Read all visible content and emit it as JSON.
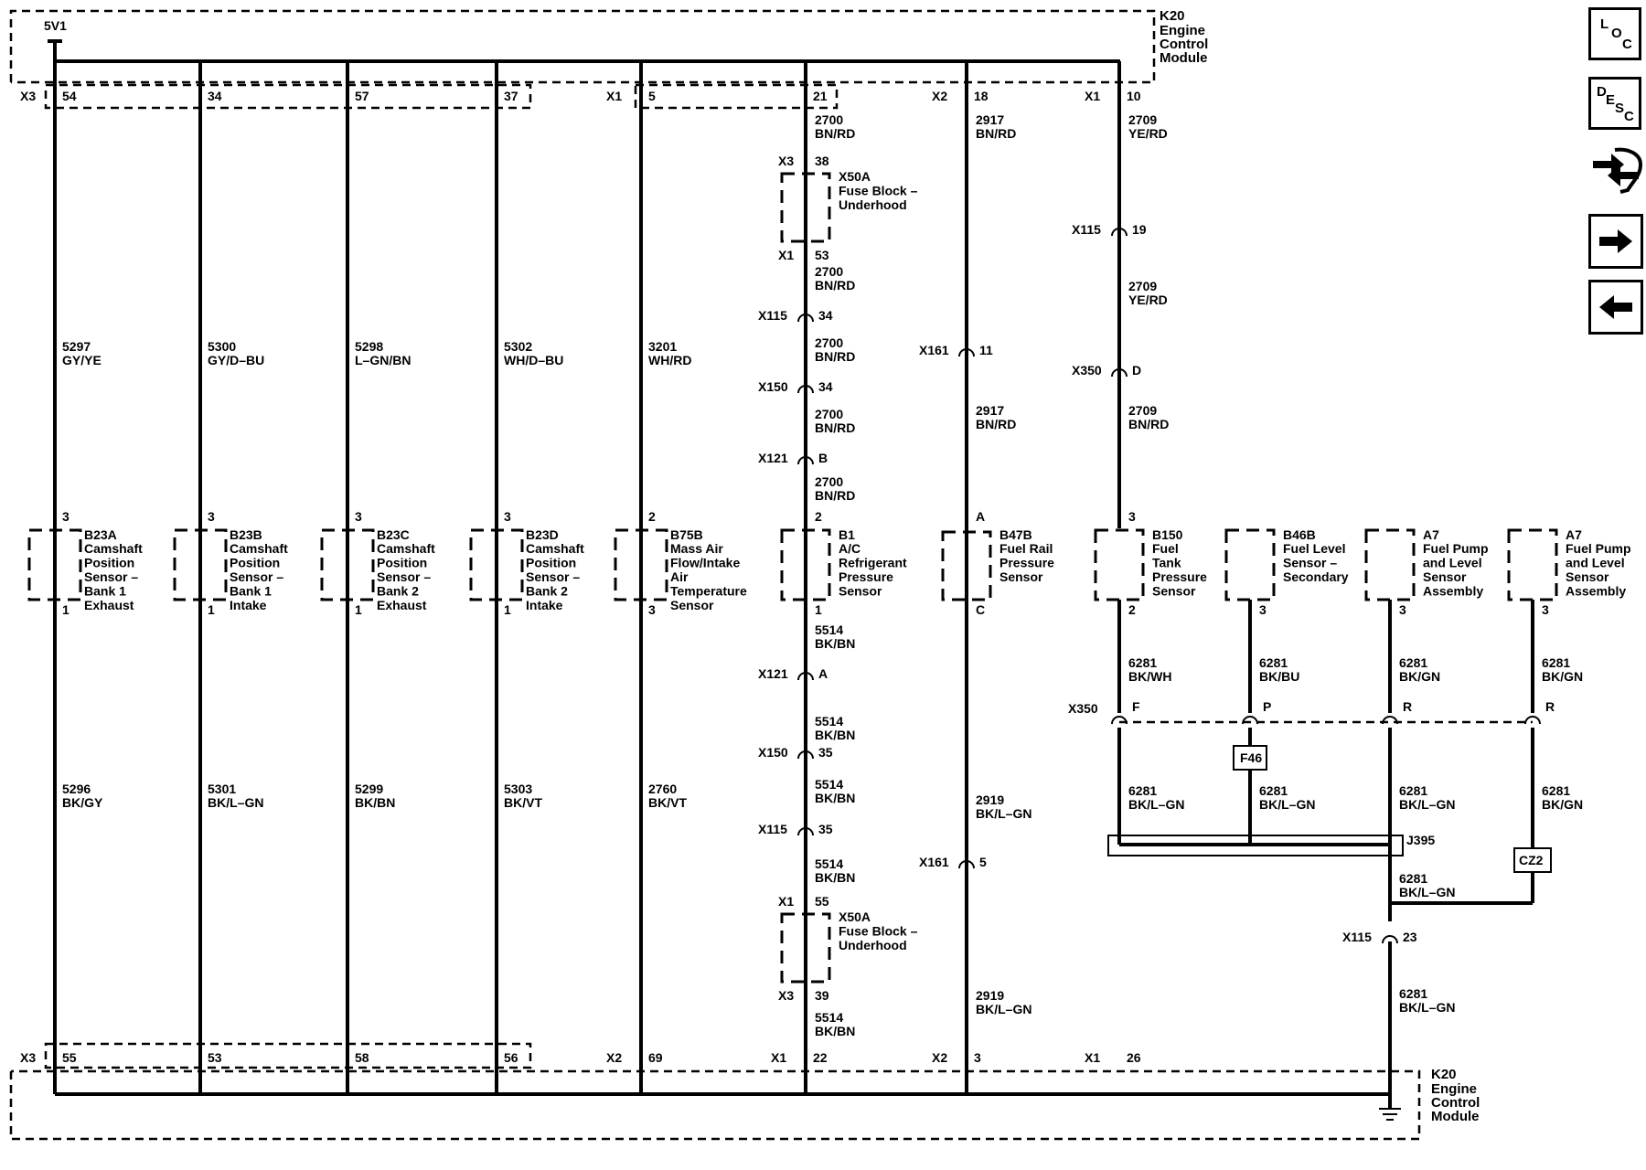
{
  "module": {
    "top_label": [
      "K20",
      "Engine",
      "Control",
      "Module"
    ],
    "bottom_label": [
      "K20",
      "Engine",
      "Control",
      "Module"
    ],
    "supply": "5V1"
  },
  "top_pins": [
    {
      "conn": "X3",
      "pin": "54"
    },
    {
      "conn": "",
      "pin": "34"
    },
    {
      "conn": "",
      "pin": "57"
    },
    {
      "conn": "",
      "pin": "37"
    },
    {
      "conn": "X1",
      "pin": "5"
    },
    {
      "conn": "",
      "pin": "21"
    },
    {
      "conn": "X2",
      "pin": "18"
    },
    {
      "conn": "X1",
      "pin": "10"
    }
  ],
  "bottom_pins": [
    {
      "conn": "X3",
      "pin": "55"
    },
    {
      "conn": "",
      "pin": "53"
    },
    {
      "conn": "",
      "pin": "58"
    },
    {
      "conn": "",
      "pin": "56"
    },
    {
      "conn": "X2",
      "pin": "69"
    },
    {
      "conn": "X1",
      "pin": "22"
    },
    {
      "conn": "X2",
      "pin": "3"
    },
    {
      "conn": "X1",
      "pin": "26"
    }
  ],
  "sensors": [
    {
      "id": "B23A",
      "lines": [
        "Camshaft",
        "Position",
        "Sensor –",
        "Bank 1",
        "Exhaust"
      ],
      "pin_top": "3",
      "pin_bottom": "1",
      "wire_top": [
        "5297",
        "GY/YE"
      ],
      "wire_bottom": [
        "5296",
        "BK/GY"
      ]
    },
    {
      "id": "B23B",
      "lines": [
        "Camshaft",
        "Position",
        "Sensor –",
        "Bank 1",
        "Intake"
      ],
      "pin_top": "3",
      "pin_bottom": "1",
      "wire_top": [
        "5300",
        "GY/D–BU"
      ],
      "wire_bottom": [
        "5301",
        "BK/L–GN"
      ]
    },
    {
      "id": "B23C",
      "lines": [
        "Camshaft",
        "Position",
        "Sensor –",
        "Bank 2",
        "Exhaust"
      ],
      "pin_top": "3",
      "pin_bottom": "1",
      "wire_top": [
        "5298",
        "L–GN/BN"
      ],
      "wire_bottom": [
        "5299",
        "BK/BN"
      ]
    },
    {
      "id": "B23D",
      "lines": [
        "Camshaft",
        "Position",
        "Sensor –",
        "Bank 2",
        "Intake"
      ],
      "pin_top": "3",
      "pin_bottom": "1",
      "wire_top": [
        "5302",
        "WH/D–BU"
      ],
      "wire_bottom": [
        "5303",
        "BK/VT"
      ]
    },
    {
      "id": "B75B",
      "lines": [
        "Mass Air",
        "Flow/Intake",
        "Air",
        "Temperature",
        "Sensor"
      ],
      "pin_top": "2",
      "pin_bottom": "3",
      "wire_top": [
        "3201",
        "WH/RD"
      ],
      "wire_bottom": [
        "2760",
        "BK/VT"
      ]
    },
    {
      "id": "B1",
      "lines": [
        "A/C",
        "Refrigerant",
        "Pressure",
        "Sensor"
      ],
      "pin_top": "2",
      "pin_bottom": "1"
    },
    {
      "id": "B47B",
      "lines": [
        "Fuel Rail",
        "Pressure",
        "Sensor"
      ],
      "pin_top": "A",
      "pin_bottom": "C"
    },
    {
      "id": "B150",
      "lines": [
        "Fuel",
        "Tank",
        "Pressure",
        "Sensor"
      ],
      "pin_top": "3",
      "pin_bottom": "2"
    },
    {
      "id": "B46B",
      "lines": [
        "Fuel Level",
        "Sensor –",
        "Secondary"
      ],
      "pin_bottom": "3"
    },
    {
      "id": "A7",
      "lines": [
        "Fuel Pump",
        "and Level",
        "Sensor",
        "Assembly"
      ],
      "pin_bottom": "3"
    },
    {
      "id": "A7",
      "lines": [
        "Fuel Pump",
        "and Level",
        "Sensor",
        "Assembly"
      ],
      "pin_bottom": "3"
    }
  ],
  "col6": {
    "wires_top": [
      [
        "2700",
        "BN/RD"
      ],
      [
        "2700",
        "BN/RD"
      ],
      [
        "2700",
        "BN/RD"
      ],
      [
        "2700",
        "BN/RD"
      ],
      [
        "2700",
        "BN/RD"
      ]
    ],
    "wires_bottom": [
      [
        "5514",
        "BK/BN"
      ],
      [
        "5514",
        "BK/BN"
      ],
      [
        "5514",
        "BK/BN"
      ],
      [
        "5514",
        "BK/BN"
      ],
      [
        "5514",
        "BK/BN"
      ]
    ],
    "fuse_top": {
      "title": [
        "X50A",
        "Fuse Block –",
        "Underhood"
      ],
      "in_conn": "X3",
      "in_pin": "38",
      "out_conn": "X1",
      "out_pin": "53"
    },
    "fuse_bottom": {
      "title": [
        "X50A",
        "Fuse Block –",
        "Underhood"
      ],
      "in_conn": "X1",
      "in_pin": "55",
      "out_conn": "X3",
      "out_pin": "39"
    },
    "inline_top": [
      {
        "conn": "X115",
        "pin": "34"
      },
      {
        "conn": "X150",
        "pin": "34"
      },
      {
        "conn": "X121",
        "pin": "B"
      }
    ],
    "inline_bottom": [
      {
        "conn": "X121",
        "pin": "A"
      },
      {
        "conn": "X150",
        "pin": "35"
      },
      {
        "conn": "X115",
        "pin": "35"
      }
    ]
  },
  "col7": {
    "wires": [
      [
        "2917",
        "BN/RD"
      ],
      [
        "2917",
        "BN/RD"
      ],
      [
        "2919",
        "BK/L–GN"
      ],
      [
        "2919",
        "BK/L–GN"
      ]
    ],
    "inline_top": {
      "conn": "X161",
      "pin": "11"
    },
    "inline_bottom": {
      "conn": "X161",
      "pin": "5"
    }
  },
  "col8": {
    "wires": [
      [
        "2709",
        "YE/RD"
      ],
      [
        "2709",
        "YE/RD"
      ],
      [
        "2709",
        "BN/RD"
      ]
    ],
    "inline": [
      {
        "conn": "X115",
        "pin": "19"
      },
      {
        "conn": "X350",
        "pin": "D"
      }
    ]
  },
  "ground_section": {
    "upper_wires": [
      [
        "6281",
        "BK/WH"
      ],
      [
        "6281",
        "BK/BU"
      ],
      [
        "6281",
        "BK/GN"
      ],
      [
        "6281",
        "BK/GN"
      ]
    ],
    "x350_conn": "X350",
    "x350_pins": [
      "F",
      "P",
      "R",
      "R"
    ],
    "lower_wires": [
      [
        "6281",
        "BK/L–GN"
      ],
      [
        "6281",
        "BK/L–GN"
      ],
      [
        "6281",
        "BK/L–GN"
      ],
      [
        "6281",
        "BK/GN"
      ]
    ],
    "f46": "F46",
    "cz2": "CZ2",
    "j395": "J395",
    "merged_wire": [
      "6281",
      "BK/L–GN"
    ],
    "x115": {
      "conn": "X115",
      "pin": "23"
    },
    "final_wire": [
      "6281",
      "BK/L–GN"
    ]
  },
  "nav": {
    "loc": [
      "L",
      "O",
      "C"
    ],
    "desc": [
      "D",
      "E",
      "S",
      "C"
    ]
  }
}
